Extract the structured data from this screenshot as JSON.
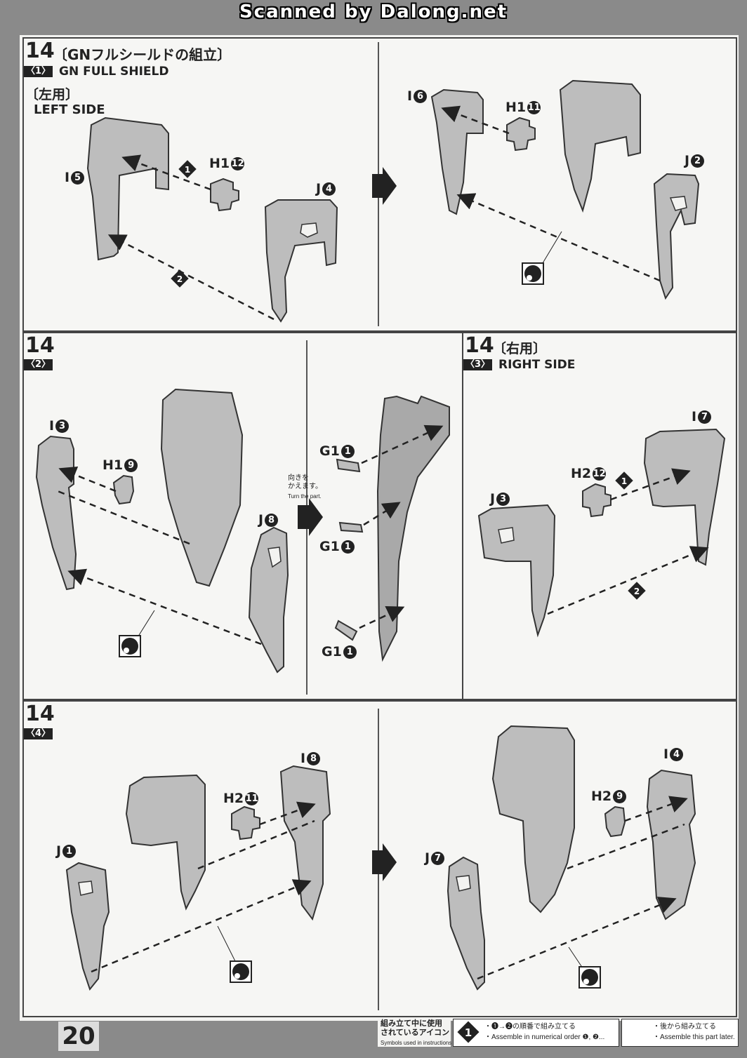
{
  "header": {
    "scanner": "Scanned by Dalong.net"
  },
  "page_number": "20",
  "steps": {
    "s1": {
      "step": "14",
      "sub": "〈1〉",
      "title_jp": "〔GNフルシールドの組立〕",
      "title_en": "GN FULL SHIELD",
      "side_jp": "〔左用〕",
      "side_en": "LEFT SIDE",
      "labels": {
        "i5": "I",
        "i5n": "5",
        "h1_12": "H1",
        "h1_12n": "12",
        "j4": "J",
        "j4n": "4",
        "i6": "I",
        "i6n": "6",
        "h1_11": "H1",
        "h1_11n": "11",
        "j2": "J",
        "j2n": "2",
        "o1": "1",
        "o2": "2"
      }
    },
    "s2": {
      "step": "14",
      "sub": "〈2〉",
      "labels": {
        "i3": "I",
        "i3n": "3",
        "h1_9": "H1",
        "h1_9n": "9",
        "j8": "J",
        "j8n": "8",
        "g1a": "G1",
        "g1an": "1",
        "g1b": "G1",
        "g1bn": "1",
        "g1c": "G1",
        "g1cn": "1"
      },
      "turn_jp": "向きを\nかえます。",
      "turn_en": "Turn the part."
    },
    "s3": {
      "step": "14",
      "sub": "〈3〉",
      "side_jp": "〔右用〕",
      "side_en": "RIGHT SIDE",
      "labels": {
        "i7": "I",
        "i7n": "7",
        "h2_12": "H2",
        "h2_12n": "12",
        "j3": "J",
        "j3n": "3",
        "o1": "1",
        "o2": "2"
      }
    },
    "s4": {
      "step": "14",
      "sub": "〈4〉",
      "labels": {
        "i8": "I",
        "i8n": "8",
        "h2_11": "H2",
        "h2_11n": "11",
        "j1": "J",
        "j1n": "1",
        "i4": "I",
        "i4n": "4",
        "h2_9": "H2",
        "h2_9n": "9",
        "j7": "J",
        "j7n": "7"
      }
    }
  },
  "footer": {
    "icons_jp": "組み立て中に使用\nされているアイコン",
    "icons_en": "Symbols used in instructions",
    "order_num": "1",
    "order_jp": "・❶→❷の順番で組み立てる",
    "order_en": "・Assemble in numerical order ❶, ❷...",
    "later_jp": "・後から組み立てる",
    "later_en": "・Assemble this part later."
  },
  "colors": {
    "part_fill": "#bdbdbd",
    "part_stroke": "#333333",
    "ink": "#222222",
    "background": "#8a8a8a"
  }
}
